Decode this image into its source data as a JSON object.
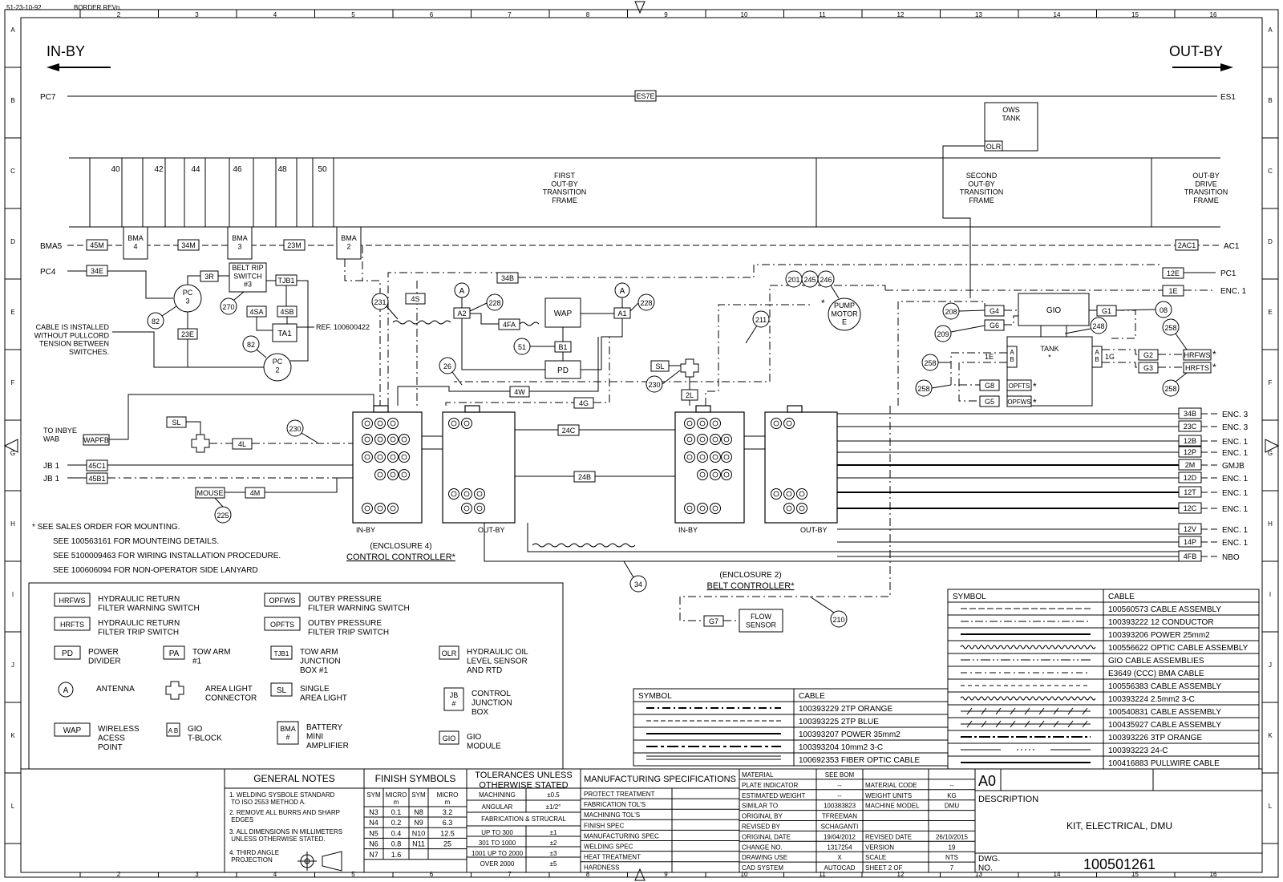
{
  "header": {
    "left_code": "51-23-10-92",
    "border_rev": "BORDER REVn.",
    "zone_top": [
      "2",
      "3",
      "4",
      "5",
      "6",
      "7",
      "8",
      "9",
      "10",
      "11",
      "12",
      "13",
      "14",
      "15",
      "16"
    ],
    "zone_side": [
      "A",
      "B",
      "C",
      "D",
      "E",
      "F",
      "G",
      "H",
      "I",
      "J",
      "K",
      "L"
    ]
  },
  "direction": {
    "in_by": "IN-BY",
    "out_by": "OUT-BY"
  },
  "bus_lines": {
    "pc7": "PC7",
    "es7e": "ES7E",
    "es1": "ES1",
    "bma5": "BMA5",
    "ac1": "AC1",
    "pc4": "PC4",
    "pc1": "PC1",
    "enc1": "ENC. 1"
  },
  "frames": {
    "numbers": [
      "40",
      "42",
      "44",
      "46",
      "48",
      "50"
    ],
    "first": "FIRST\nOUT-BY\nTRANSITION\nFRAME",
    "second": "SECOND\nOUT-BY\nTRANSITION\nFRAME",
    "drive": "OUT-BY\nDRIVE\nTRANSITION\nFRAME",
    "ows_tank": "OWS\nTANK",
    "olr": "OLR"
  },
  "tags": {
    "t45m": "45M",
    "bma4": "BMA\n4",
    "t34m": "34M",
    "bma3": "BMA\n3",
    "t23m": "23M",
    "bma2": "BMA\n2",
    "t2ac1": "2AC1",
    "t34e": "34E",
    "t3r": "3R",
    "belt_rip": "BELT RIP\nSWITCH\n#3",
    "tjb1": "TJB1",
    "t4sa": "4SA",
    "t4sb": "4SB",
    "ta1": "TA1",
    "ref": "REF. 100600422",
    "pc3": "PC\n3",
    "pc2": "PC\n2",
    "t23e": "23E",
    "t4s": "4S",
    "t34b": "34B",
    "a2": "A2",
    "a1": "A1",
    "wap": "WAP",
    "t4fa": "4FA",
    "b1": "B1",
    "pd": "PD",
    "t4w": "4W",
    "t4g": "4G",
    "t24c": "24C",
    "t24b": "24B",
    "sl": "SL",
    "t4l": "4L",
    "t2l": "2L",
    "wapfb": "WAPFB",
    "t45c1": "45C1",
    "t45b1": "45B1",
    "mouse": "MOUSE",
    "t4m": "4M",
    "t12e": "12E",
    "t1e": "1E",
    "pump": "PUMP\nMOTOR\nE",
    "gio": "GIO",
    "g1": "G1",
    "g4": "G4",
    "g6": "G6",
    "tank": "TANK\n*",
    "g2": "G2",
    "g3": "G3",
    "hrfws": "HRFWS",
    "hrfts": "HRFTS",
    "g8": "G8",
    "g5": "G5",
    "opfts": "OPFTS",
    "opfws": "OPFWS",
    "t1g": "1G",
    "ab": "A\nB",
    "g7": "G7",
    "flow": "FLOW\nSENSOR",
    "ant": "A"
  },
  "callouts": {
    "c82": "82",
    "c270": "270",
    "c231": "231",
    "c228": "228",
    "c51": "51",
    "c26": "26",
    "c230": "230",
    "c225": "225",
    "c201": "201",
    "c245": "245",
    "c246": "246",
    "c211": "211",
    "c208": "208",
    "c209": "209",
    "c248": "248",
    "c08": "08",
    "c258": "258",
    "c34": "34",
    "c210": "210"
  },
  "texts": {
    "cable_note": "CABLE IS INSTALLED\nWITHOUT PULLCORD\nTENSION BETWEEN\nSWITCHES.",
    "to_inbye": "TO INBYE\nWAB",
    "jb1": "JB 1",
    "star": "*",
    "in_by_small": "IN-BY",
    "out_by_small": "OUT-BY",
    "enc4": "(ENCLOSURE 4)",
    "control": "CONTROL CONTROLLER*",
    "enc2": "(ENCLOSURE 2)",
    "belt": "BELT CONTROLLER*"
  },
  "right_terminals": [
    {
      "tag": "34B",
      "label": "ENC. 3"
    },
    {
      "tag": "23C",
      "label": "ENC. 3"
    },
    {
      "tag": "12B",
      "label": "ENC. 1"
    },
    {
      "tag": "12P",
      "label": "ENC. 1"
    },
    {
      "tag": "2M",
      "label": "GMJB"
    },
    {
      "tag": "12D",
      "label": "ENC. 1"
    },
    {
      "tag": "12T",
      "label": "ENC. 1"
    },
    {
      "tag": "12C",
      "label": "ENC. 1"
    },
    {
      "tag": "12V",
      "label": "ENC. 1"
    },
    {
      "tag": "14P",
      "label": "ENC. 1"
    },
    {
      "tag": "4FB",
      "label": "NBO"
    }
  ],
  "notes": [
    "*   SEE SALES ORDER FOR MOUNTING.",
    "SEE 100563161 FOR MOUNTEING DETAILS.",
    "SEE 5100009463 FOR WIRING INSTALLATION PROCEDURE.",
    "SEE 100606094 FOR NON-OPERATOR SIDE LANYARD"
  ],
  "legend": [
    {
      "sym": "HRFWS",
      "text": "HYDRAULIC RETURN\nFILTER WARNING SWITCH"
    },
    {
      "sym": "HRFTS",
      "text": "HYDRAULIC RETURN\nFILTER TRIP SWITCH"
    },
    {
      "sym": "PD",
      "text": "POWER\nDIVIDER"
    },
    {
      "sym": "PA",
      "text": "TOW ARM\n#1"
    },
    {
      "sym": "A",
      "text": "ANTENNA"
    },
    {
      "sym": "+",
      "text": "AREA LIGHT\nCONNECTOR"
    },
    {
      "sym": "WAP",
      "text": "WIRELESS\nACESS\nPOINT"
    },
    {
      "sym": "A B",
      "text": "GIO\nT-BLOCK"
    },
    {
      "sym": "OPFWS",
      "text": "OUTBY PRESSURE\nFILTER WARNING SWITCH"
    },
    {
      "sym": "OPFTS",
      "text": "OUTBY PRESSURE\nFILTER TRIP SWITCH"
    },
    {
      "sym": "TJB1",
      "text": "TOW ARM\nJUNCTION\nBOX #1"
    },
    {
      "sym": "SL",
      "text": "SINGLE\nAREA LIGHT"
    },
    {
      "sym": "BMA\n#",
      "text": "BATTERY\nMINI\nAMPLIFIER"
    },
    {
      "sym": "OLR",
      "text": "HYDRAULIC OIL\nLEVEL SENSOR\nAND RTD"
    },
    {
      "sym": "JB\n#",
      "text": "CONTROL\nJUNCTION\nBOX"
    },
    {
      "sym": "GIO",
      "text": "GIO\nMODULE"
    }
  ],
  "cable_table_small": {
    "header": [
      "SYMBOL",
      "CABLE"
    ],
    "rows": [
      "100393229 2TP ORANGE",
      "100393225 2TP BLUE",
      "100393207 POWER 35mm2",
      "100393204 10mm2 3-C",
      "100692353 FIBER OPTIC CABLE"
    ]
  },
  "cable_table_large": {
    "header": [
      "SYMBOL",
      "CABLE"
    ],
    "rows": [
      "100560573 CABLE ASSEMBLY",
      "100393222 12 CONDUCTOR",
      "100393206 POWER 25mm2",
      "100556622 OPTIC CABLE ASSEMBLY",
      "GIO CABLE ASSEMBLIES",
      "E3649 (CCC) BMA CABLE",
      "100556383 CABLE ASSEMBLY",
      "100393224 2.5mm2 3-C",
      "100540831 CABLE ASSEMBLY",
      "100435927 CABLE ASSEMBLY",
      "100393226 3TP ORANGE",
      "100393223 24-C",
      "100416883 PULLWIRE CABLE"
    ]
  },
  "title_block": {
    "general_notes_title": "GENERAL NOTES",
    "general_notes": [
      "1. WELDING SYSBOLE STANDARD\n    TO ISO 2553 METHOD A.",
      "2. REMOVE ALL BURRS AND SHARP\n    EDGES",
      "3. ALL DIMENSIONS IN MILLIMETERS\n    UNLESS OTHERWISE STATED.",
      "4. THIRD ANGLE\n    PROJECTION"
    ],
    "finish_title": "FINISH SYMBOLS",
    "finish_header": [
      "SYM",
      "MICRO\nm",
      "SYM",
      "MICRO\nm"
    ],
    "finish_rows": [
      [
        "N3",
        "0.1",
        "N8",
        "3.2"
      ],
      [
        "N4",
        "0.2",
        "N9",
        "6.3"
      ],
      [
        "N5",
        "0.4",
        "N10",
        "12.5"
      ],
      [
        "N6",
        "0.8",
        "N11",
        "25"
      ],
      [
        "N7",
        "1.6",
        "",
        ""
      ]
    ],
    "tol_title": "TOLERANCES UNLESS\nOTHERWISE STATED",
    "tol_rows": [
      [
        "MACHINING",
        "±0.5"
      ],
      [
        "ANGULAR",
        "±1/2°"
      ],
      [
        "FABRICATION & STRUCRAL",
        ""
      ],
      [
        "UP TO 300",
        "±1"
      ],
      [
        "301 TO 1000",
        "±2"
      ],
      [
        "1001 UP TO 2000",
        "±3"
      ],
      [
        "OVER 2000",
        "±5"
      ]
    ],
    "mfg_title": "MANUFACTURING SPECIFICATIONS",
    "mfg_rows": [
      "PROTECT TREATMENT",
      "FABRICATION TOL'S",
      "MACHINING TOL'S",
      "FINISH SPEC",
      "MANUFACTURING SPEC",
      "WELDING SPEC",
      "HEAT TREATMENT",
      "HARDNESS"
    ],
    "info_rows": [
      [
        "MATERIAL",
        "SEE BOM",
        "",
        ""
      ],
      [
        "PLATE INDICATOR",
        "--",
        "MATERIAL CODE",
        "--"
      ],
      [
        "ESTIMATED WEIGHT",
        "--",
        "WEIGHT UNITS",
        "KG"
      ],
      [
        "SIMILAR TO",
        "100383823",
        "MACHINE MODEL",
        "DMU"
      ],
      [
        "ORIGINAL BY",
        "TFREEMAN",
        "",
        ""
      ],
      [
        "REVISED BY",
        "SCHAGANTI",
        "",
        ""
      ],
      [
        "ORIGINAL DATE",
        "19/04/2012",
        "REVISED DATE",
        "26/10/2015"
      ],
      [
        "CHANGE NO.",
        "1317254",
        "VERSION",
        "19"
      ],
      [
        "DRAWING USE",
        "X",
        "SCALE",
        "NTS"
      ],
      [
        "CAD SYSTEM",
        "AUTOCAD",
        "SHEET   2   OF",
        "7"
      ]
    ],
    "size": "A0",
    "description_label": "DESCRIPTION",
    "description": "KIT, ELECTRICAL, DMU",
    "dwg_label": "DWG.\nNO.",
    "dwg_no": "100501261"
  }
}
